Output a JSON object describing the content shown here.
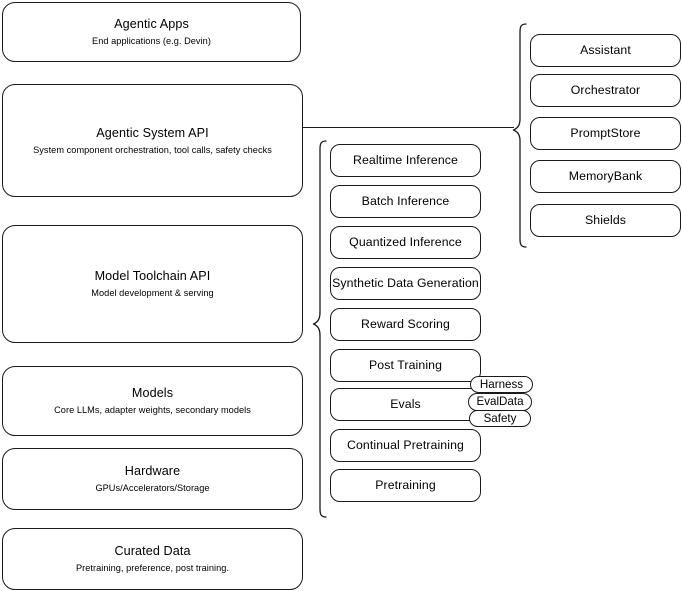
{
  "diagram": {
    "type": "layered-architecture-stack",
    "background_color": "#ffffff",
    "stroke_color": "#1a1a1a",
    "layers": [
      {
        "id": "agentic-apps",
        "title": "Agentic Apps",
        "subtitle": "End applications (e.g. Devin)"
      },
      {
        "id": "agentic-system-api",
        "title": "Agentic System API",
        "subtitle": "System component orchestration, tool calls, safety checks"
      },
      {
        "id": "model-toolchain-api",
        "title": "Model Toolchain API",
        "subtitle": "Model development & serving"
      },
      {
        "id": "models",
        "title": "Models",
        "subtitle": "Core LLMs, adapter weights, secondary models"
      },
      {
        "id": "hardware",
        "title": "Hardware",
        "subtitle": "GPUs/Accelerators/Storage"
      },
      {
        "id": "curated-data",
        "title": "Curated Data",
        "subtitle": "Pretraining, preference, post training."
      }
    ],
    "toolchain_capabilities": [
      {
        "id": "realtime-inference",
        "label": "Realtime Inference"
      },
      {
        "id": "batch-inference",
        "label": "Batch Inference"
      },
      {
        "id": "quantized-inference",
        "label": "Quantized Inference"
      },
      {
        "id": "synthetic-data-generation",
        "label": "Synthetic Data Generation"
      },
      {
        "id": "reward-scoring",
        "label": "Reward Scoring"
      },
      {
        "id": "post-training",
        "label": "Post Training"
      },
      {
        "id": "evals",
        "label": "Evals"
      },
      {
        "id": "continual-pretraining",
        "label": "Continual Pretraining"
      },
      {
        "id": "pretraining",
        "label": "Pretraining"
      }
    ],
    "evals_badges": [
      {
        "id": "harness",
        "label": "Harness"
      },
      {
        "id": "evaldata",
        "label": "EvalData"
      },
      {
        "id": "safety",
        "label": "Safety"
      }
    ],
    "agentic_components": [
      {
        "id": "assistant",
        "label": "Assistant"
      },
      {
        "id": "orchestrator",
        "label": "Orchestrator"
      },
      {
        "id": "promptstore",
        "label": "PromptStore"
      },
      {
        "id": "memorybank",
        "label": "MemoryBank"
      },
      {
        "id": "shields",
        "label": "Shields"
      }
    ]
  }
}
